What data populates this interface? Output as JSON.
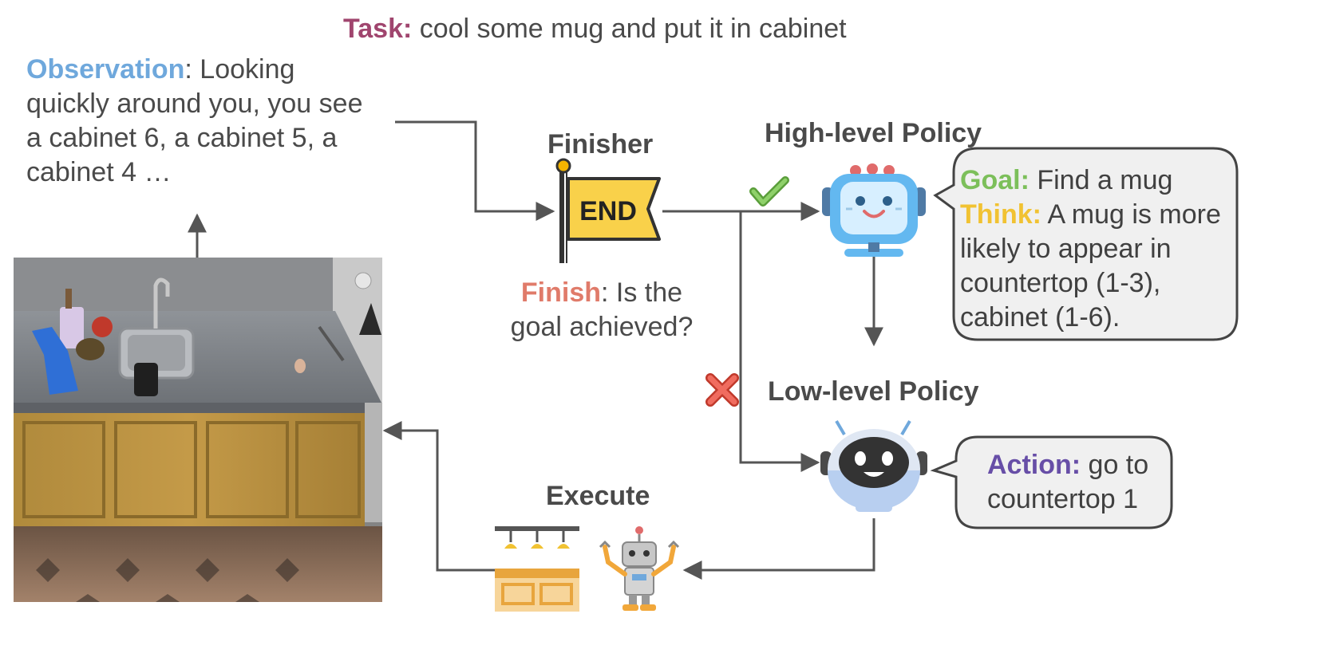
{
  "task": {
    "label": "Task:",
    "text": " cool some mug and put it in cabinet",
    "label_color": "#a0456e"
  },
  "observation": {
    "label": "Observation",
    "label_color": "#6fa8dc",
    "lines": [
      ": Looking",
      "quickly around you, you see",
      "a cabinet 6, a cabinet 5, a",
      "cabinet 4 …"
    ]
  },
  "finisher": {
    "title": "Finisher",
    "flag_text": "END",
    "finish_label": "Finish",
    "finish_label_color": "#e07b6a",
    "finish_lines": [
      ": Is the",
      "goal achieved?"
    ]
  },
  "high_level": {
    "title": "High-level Policy",
    "goal_label": "Goal:",
    "goal_color": "#7cbf5a",
    "goal_text": " Find a mug",
    "think_label": "Think:",
    "think_color": "#f1c232",
    "think_lines": [
      " A mug is more",
      "likely to appear in",
      "countertop (1-3),",
      "cabinet (1-6)."
    ]
  },
  "low_level": {
    "title": "Low-level Policy",
    "action_label": "Action:",
    "action_color": "#674ea7",
    "action_lines": [
      " go to",
      "countertop 1"
    ]
  },
  "execute": {
    "title": "Execute"
  },
  "icons": {
    "check": "check-icon",
    "cross": "cross-icon",
    "flag": "end-flag-icon",
    "high_robot": "high-level-robot-icon",
    "low_robot": "low-level-robot-icon",
    "kitchen": "kitchen-counter-icon",
    "arm_robot": "arm-robot-icon"
  },
  "colors": {
    "arrow": "#555555",
    "bubble_bg": "#f0f0f0",
    "bubble_border": "#444444"
  }
}
